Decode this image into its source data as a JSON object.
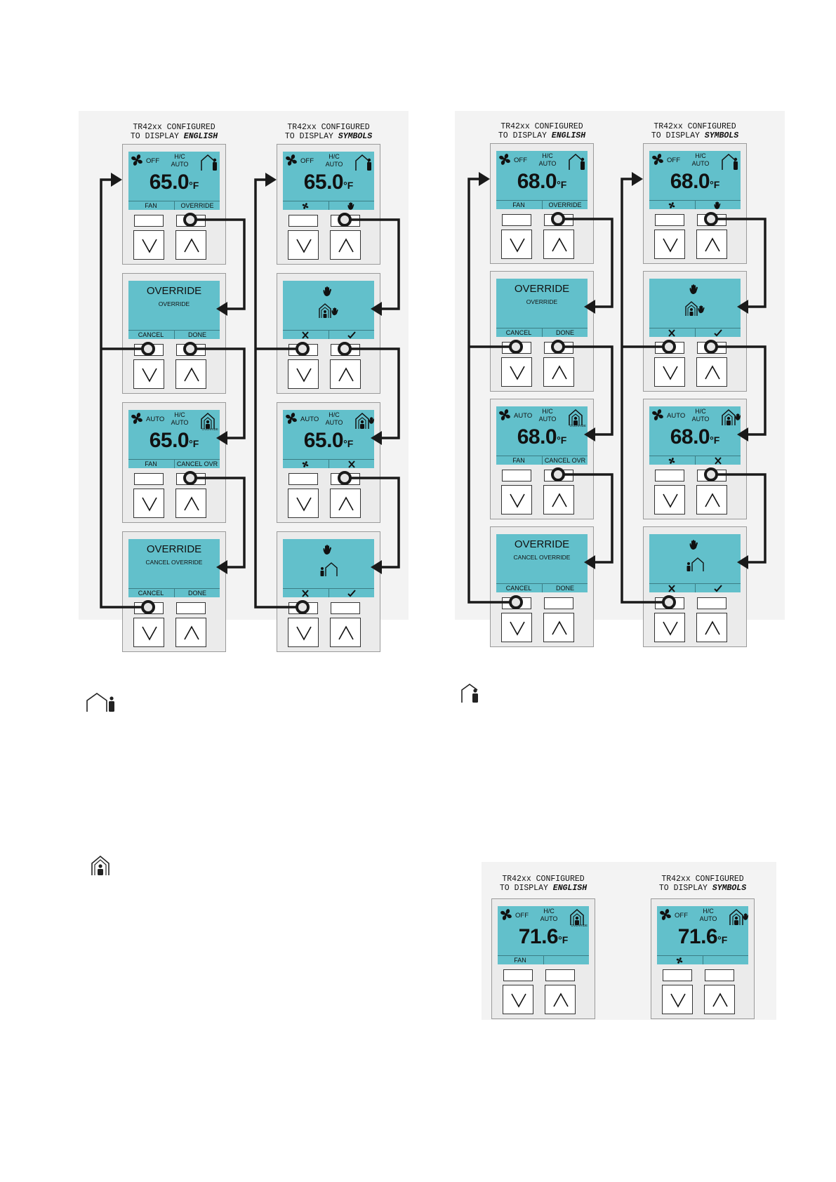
{
  "titles": {
    "line1": "TR42xx CONFIGURED",
    "line2_prefix": "TO DISPLAY ",
    "english": "ENGLISH",
    "symbols": "SYMBOLS"
  },
  "labels": {
    "off": "OFF",
    "auto": "AUTO",
    "hc_top": "H/C",
    "hc_bottom": "AUTO",
    "unit": "°F",
    "fan": "FAN",
    "override": "OVERRIDE",
    "cancel": "CANCEL",
    "done": "DONE",
    "cancel_ovr": "CANCEL OVR",
    "cancel_override": "CANCEL OVERRIDE",
    "override_small": "OVERRIDE"
  },
  "temperatures": {
    "diagram_a": "65.0",
    "diagram_b": "68.0",
    "diagram_c": "71.6"
  },
  "colors": {
    "lcd": "#62c0cb",
    "arrow": "#1a1a1a",
    "panel": "#f3f3f3"
  },
  "icons": [
    "fan-icon",
    "house-occupied-icon",
    "house-override-icon",
    "hand-icon",
    "check-icon",
    "x-icon",
    "arrow-up-icon",
    "arrow-down-icon"
  ]
}
